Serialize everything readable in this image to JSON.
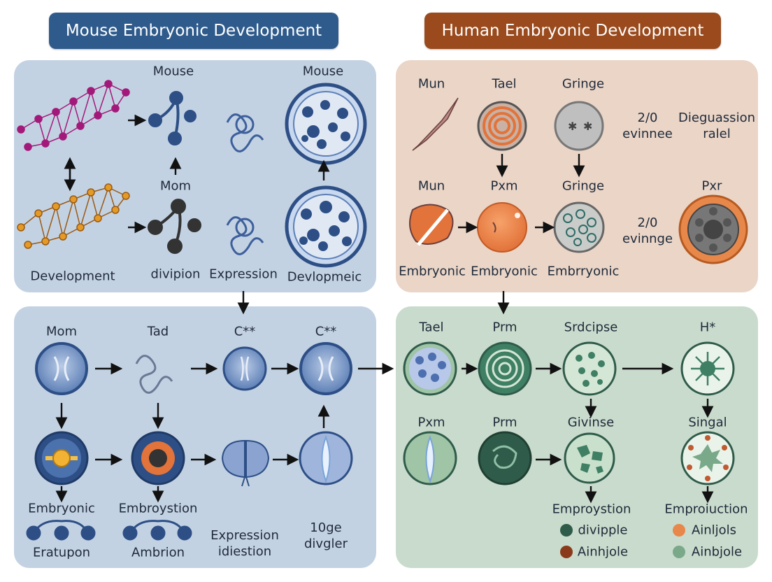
{
  "titles": {
    "mouse": "Mouse Embryonic Development",
    "human": "Human Embryonic Development"
  },
  "mouse_top": {
    "labels": [
      "Mouse",
      "Mouse",
      "Mom",
      "Development",
      "divipion",
      "Expression",
      "Devlopmeic"
    ]
  },
  "human_top": {
    "labels": [
      "Mun",
      "Tael",
      "Gringe",
      "2/0\nevinnee",
      "Dieguassion\nralel",
      "Mun",
      "Pxm",
      "Gringe",
      "Pxr",
      "2/0\nevinnge",
      "Embryonic",
      "Embryonic",
      "Embrryonic"
    ]
  },
  "mouse_bottom": {
    "labels": [
      "Mom",
      "Tad",
      "C**",
      "C**",
      "Embryonic",
      "Embroystion",
      "Eratupon",
      "Ambrion",
      "Expression\nidiestion",
      "10ge\ndivgler"
    ]
  },
  "human_bottom": {
    "labels": [
      "Tael",
      "Prm",
      "Srdcipse",
      "H*",
      "Pxm",
      "Prm",
      "Givinse",
      "Singal",
      "Emproystion",
      "Emproiuction"
    ],
    "legend_left": [
      "divipple",
      "Ainhjole"
    ],
    "legend_right": [
      "Ainljols",
      "Ainbjole"
    ]
  },
  "colors": {
    "mouse_title": "#2f5b8c",
    "human_title": "#9a4a1c",
    "mouse_panel": "#c3d2e3",
    "human_top_panel": "#ead5c7",
    "human_bottom_panel": "#c9dbcc",
    "legend_dark_green": "#2f5b4a",
    "legend_brown": "#8a3a1a",
    "legend_orange": "#e8874a",
    "legend_green": "#7aa98a"
  }
}
